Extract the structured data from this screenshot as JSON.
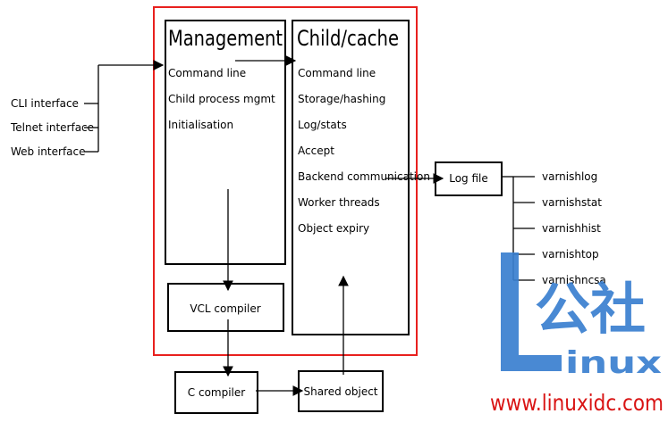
{
  "interfaces": [
    "CLI interface",
    "Telnet interface",
    "Web interface"
  ],
  "management": {
    "title": "Management",
    "items": [
      "Command line",
      "Child process mgmt",
      "Initialisation"
    ]
  },
  "child": {
    "title": "Child/cache",
    "items": [
      "Command line",
      "Storage/hashing",
      "Log/stats",
      "Accept",
      "Backend communication",
      "Worker threads",
      "Object expiry"
    ]
  },
  "vcl_compiler": "VCL compiler",
  "c_compiler": "C compiler",
  "shared_object": "Shared object",
  "log_file": "Log file",
  "tools": [
    "varnishlog",
    "varnishstat",
    "varnishhist",
    "varnishtop",
    "varnishncsa"
  ],
  "watermark": {
    "logo_chars": "公社",
    "logo_sub": "inux",
    "url": "www.linuxidc.com"
  },
  "colors": {
    "varnish_border": "#e8201e",
    "watermark_blue": "#3a7fd0",
    "watermark_red": "#d91414"
  }
}
